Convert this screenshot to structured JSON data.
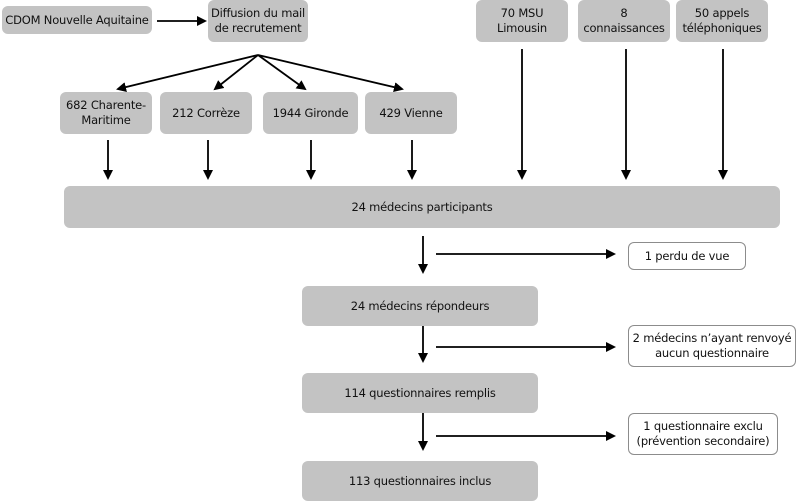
{
  "nodes": {
    "cdom": "CDOM Nouvelle Aquitaine",
    "diffusion": "Diffusion du mail\nde recrutement",
    "charente": "682 Charente-\nMaritime",
    "correze": "212 Corrèze",
    "gironde": "1944 Gironde",
    "vienne": "429 Vienne",
    "msu": "70 MSU\nLimousin",
    "connaissances": "8\nconnaissances",
    "appels": "50 appels\ntéléphoniques",
    "participants": "24 médecins participants",
    "perdu": "1 perdu de vue",
    "repondeurs": "24 médecins répondeurs",
    "aucun": "2 médecins n’ayant renvoyé\naucun questionnaire",
    "remplis": "114 questionnaires remplis",
    "exclu": "1 questionnaire exclu\n(prévention secondaire)",
    "inclus": "113 questionnaires inclus"
  },
  "colors": {
    "box_fill": "#c3c3c3",
    "box_border": "#8c8c8c",
    "arrow": "#000000"
  }
}
